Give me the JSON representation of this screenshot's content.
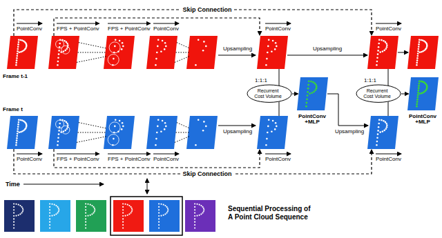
{
  "diagram": {
    "nodes": [
      {
        "text": [
          "Recurrent Cost Volume"
        ]
      },
      {
        "text": [
          "Recurrent Cost Volume"
        ]
      }
    ],
    "labels": [
      "Skip Connection",
      "PointConv",
      "FPS + PointConv",
      "FPS + PointConv",
      "PointConv",
      "Upsampling",
      "PointConv",
      "Upsampling",
      "PointConv",
      "Frame t-1",
      "1:1:1",
      "1:1:1",
      "Frame t",
      "PointConv +MLP",
      "PointConv +MLP",
      "Upsampling",
      "Upsampling",
      "PointConv",
      "FPS + PointConv",
      "FPS + PointConv",
      "PointConv",
      "PointConv",
      "PointConv",
      "Skip Connection",
      "Time",
      "Sequential Processing of A Point Cloud Sequence"
    ]
  }
}
